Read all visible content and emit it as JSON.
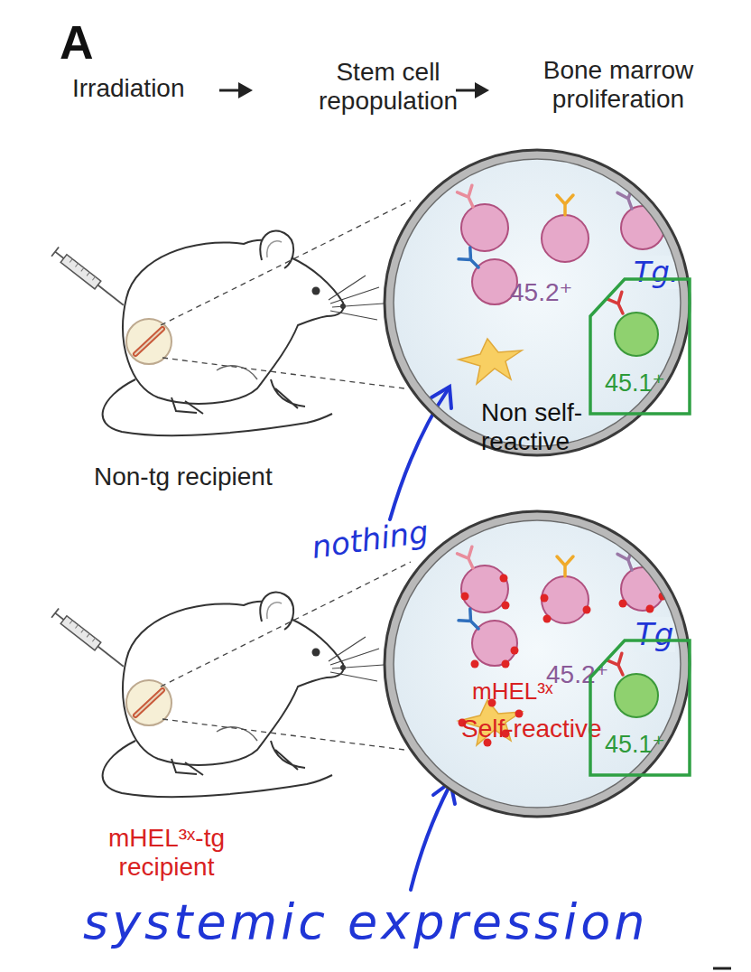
{
  "diagram": {
    "nodes": [
      {
        "text": [
          "45.2⁺",
          "Non self-reactive"
        ]
      },
      {
        "text": [
          "45.1⁺"
        ],
        "in": 0
      },
      {
        "text": [
          "mHEL³ˣ",
          "45.2⁺",
          "Self-reactive"
        ]
      },
      {
        "text": [
          "45.1⁺"
        ],
        "in": 2
      }
    ],
    "labels": [
      "A",
      "Irradiation",
      "Stem cell repopulation",
      "Bone marrow proliferation",
      "Tg.",
      "Non-tg recipient",
      "nothing",
      "Tg",
      "mHEL³ˣ-tg recipient",
      "systemic expression"
    ]
  }
}
